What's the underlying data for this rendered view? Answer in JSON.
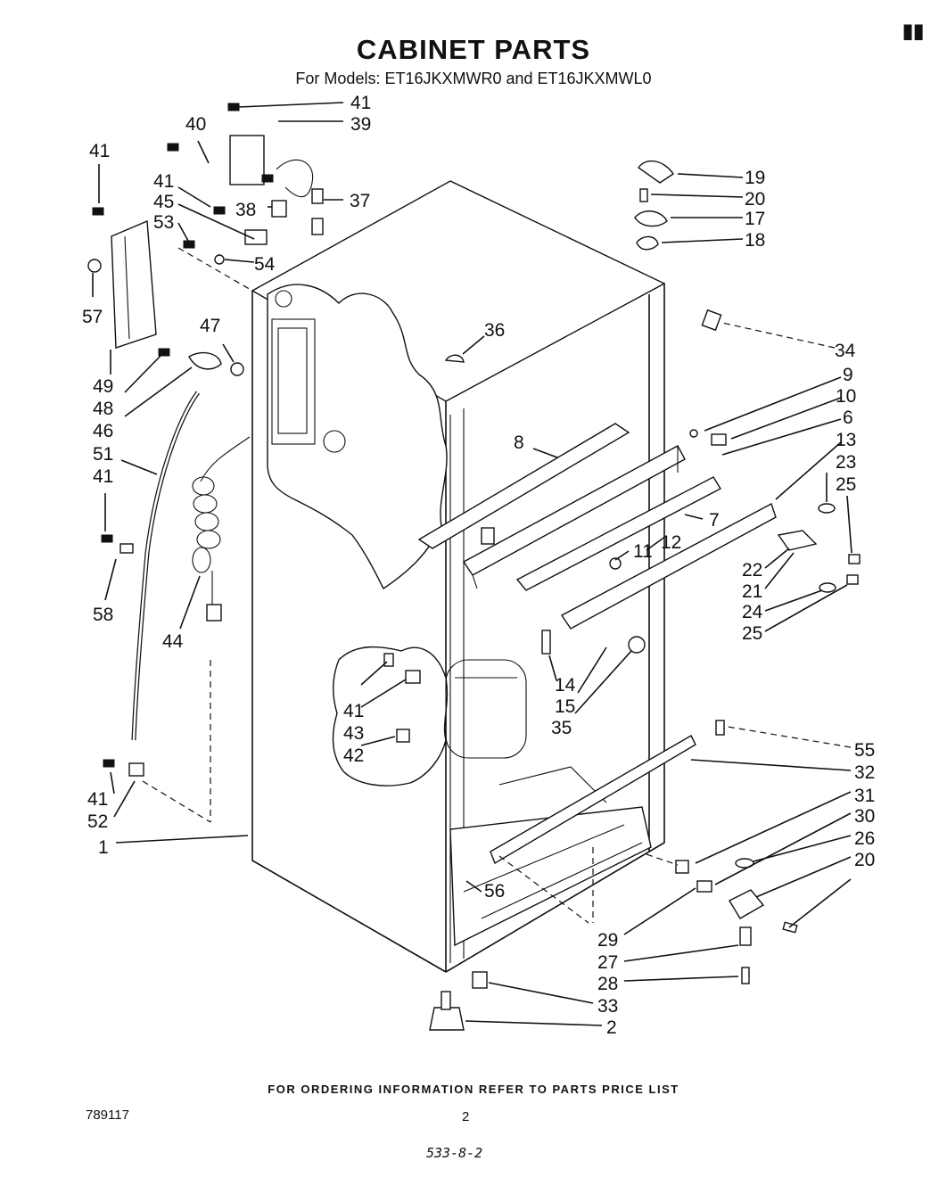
{
  "header": {
    "title": "CABINET PARTS",
    "subtitle": "For Models: ET16JKXMWR0 and ET16JKXMWL0",
    "corner_mark": "▮▮"
  },
  "footer": {
    "ordering_note": "FOR ORDERING INFORMATION REFER TO PARTS PRICE LIST",
    "doc_number": "789117",
    "page_number": "2",
    "hand_note": "533-8-2"
  },
  "callouts": [
    "41",
    "39",
    "40",
    "41",
    "41",
    "45",
    "38",
    "37",
    "53",
    "54",
    "57",
    "47",
    "49",
    "48",
    "46",
    "51",
    "41",
    "58",
    "44",
    "36",
    "19",
    "20",
    "17",
    "18",
    "34",
    "9",
    "10",
    "6",
    "8",
    "13",
    "23",
    "25",
    "7",
    "11",
    "12",
    "22",
    "21",
    "24",
    "25",
    "14",
    "15",
    "35",
    "41",
    "43",
    "42",
    "55",
    "32",
    "31",
    "30",
    "26",
    "20",
    "41",
    "52",
    "1",
    "56",
    "29",
    "27",
    "28",
    "33",
    "2"
  ]
}
